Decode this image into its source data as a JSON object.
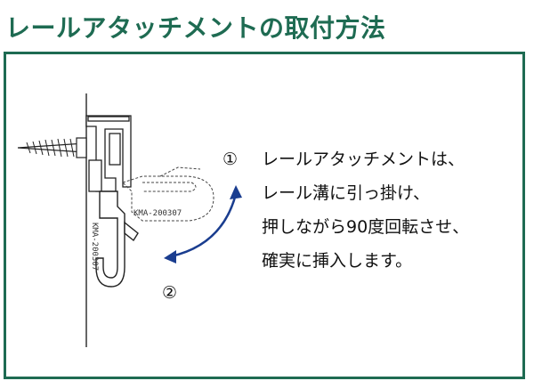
{
  "title": "レールアタッチメントの取付方法",
  "steps": {
    "step1_marker": "①",
    "step2_marker": "②"
  },
  "instructions": [
    "レールアタッチメントは、",
    "レール溝に引っ掛け、",
    "押しながら90度回転させ、",
    "確実に挿入します。"
  ],
  "part_labels": {
    "attachment_code": "KMA-200307",
    "hook_code": "KMA-200307"
  },
  "colors": {
    "accent": "#1e6b52",
    "arrow": "#1a3d8f"
  }
}
